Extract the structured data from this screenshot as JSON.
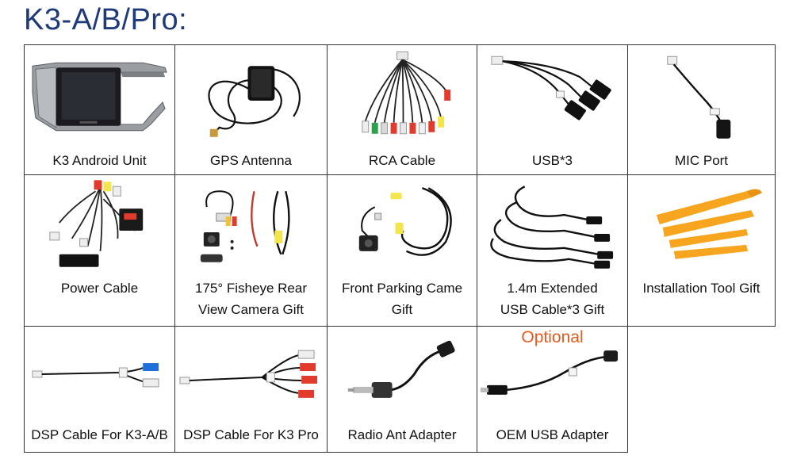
{
  "title": "K3-A/B/Pro:",
  "optional_label": "Optional",
  "items": [
    {
      "label": "K3 Android Unit"
    },
    {
      "label": "GPS Antenna"
    },
    {
      "label": "RCA Cable"
    },
    {
      "label": "USB*3"
    },
    {
      "label": "MIC Port"
    },
    {
      "label": "Power Cable"
    },
    {
      "label_line1": "175° Fisheye Rear",
      "label_line2": "View Camera Gift"
    },
    {
      "label_line1": "Front Parking Came",
      "label_line2": "Gift"
    },
    {
      "label_line1": "1.4m Extended",
      "label_line2": "USB Cable*3 Gift"
    },
    {
      "label": "Installation Tool Gift"
    },
    {
      "label": "DSP Cable For K3-A/B"
    },
    {
      "label": "DSP Cable For K3 Pro"
    },
    {
      "label": "Radio Ant Adapter"
    },
    {
      "label": "OEM USB Adapter"
    }
  ]
}
